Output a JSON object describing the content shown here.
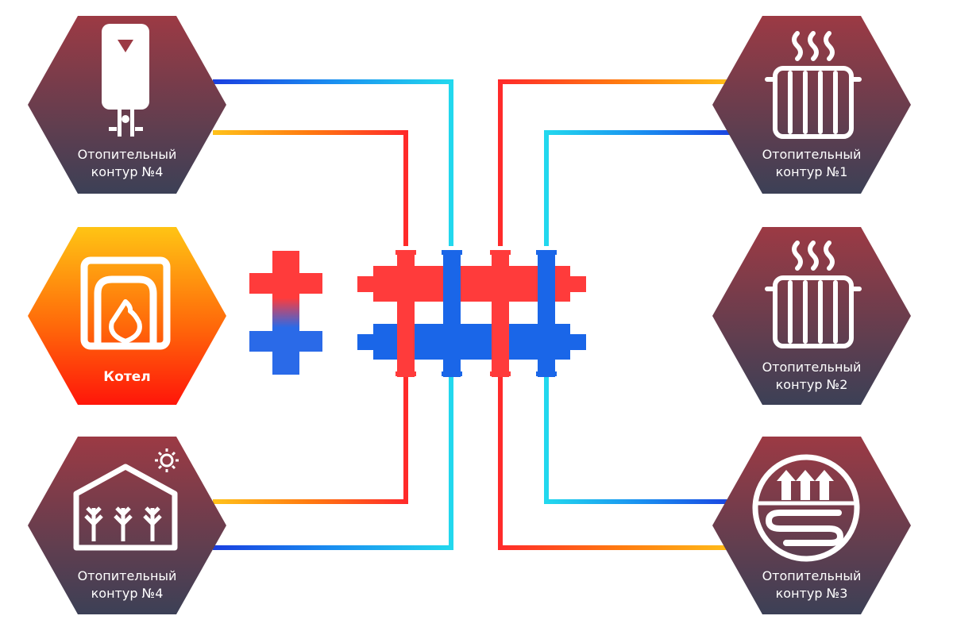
{
  "nodes": {
    "water_heater": {
      "line1": "Отопительный",
      "line2": "контур  №4",
      "icon": "water-heater-icon"
    },
    "boiler": {
      "label": "Котел",
      "icon": "boiler-flame-icon"
    },
    "greenhouse": {
      "line1": "Отопительный",
      "line2": "контур  №4",
      "icon": "greenhouse-icon"
    },
    "radiator1": {
      "line1": "Отопительный",
      "line2": "контур  №1",
      "icon": "radiator-icon"
    },
    "radiator2": {
      "line1": "Отопительный",
      "line2": "контур  №2",
      "icon": "radiator-icon"
    },
    "floor_heating": {
      "line1": "Отопительный",
      "line2": "контур  №3",
      "icon": "underfloor-heating-icon"
    }
  },
  "colors": {
    "hot": "#ff3b3b",
    "cold": "#1a66e8",
    "hex_top": "#9c3a44",
    "hex_bottom": "#3c4056",
    "boiler_top": "#ffc010",
    "boiler_bottom": "#ff1a0a"
  }
}
